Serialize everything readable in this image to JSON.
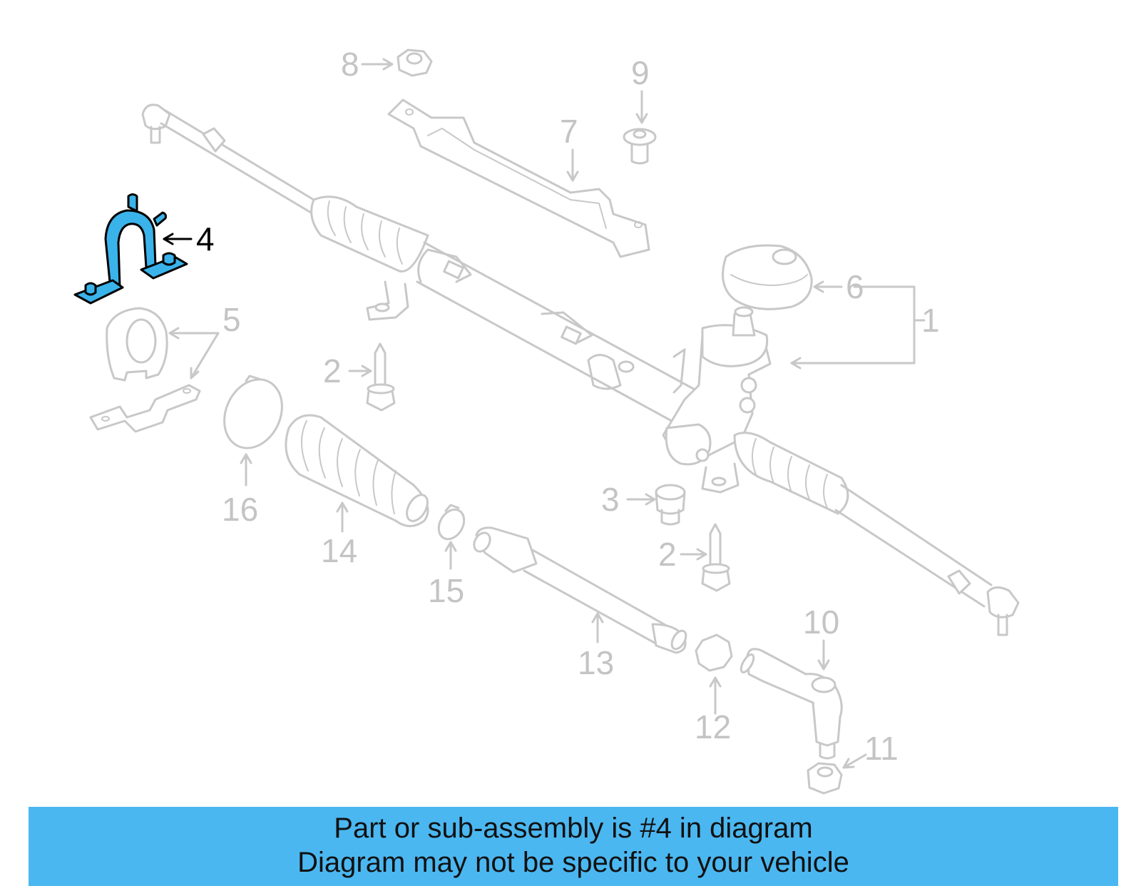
{
  "labels": {
    "l1": "1",
    "l2a": "2",
    "l2b": "2",
    "l3": "3",
    "l4": "4",
    "l5": "5",
    "l6": "6",
    "l7": "7",
    "l8": "8",
    "l9": "9",
    "l10": "10",
    "l11": "11",
    "l12": "12",
    "l13": "13",
    "l14": "14",
    "l15": "15",
    "l16": "16"
  },
  "highlight": {
    "part": "4",
    "color": "#3ab3ea"
  },
  "banner": {
    "line1": "Part or sub-assembly is #4 in diagram",
    "line2": "Diagram may not be specific to your vehicle",
    "color": "#4bb7f1"
  }
}
